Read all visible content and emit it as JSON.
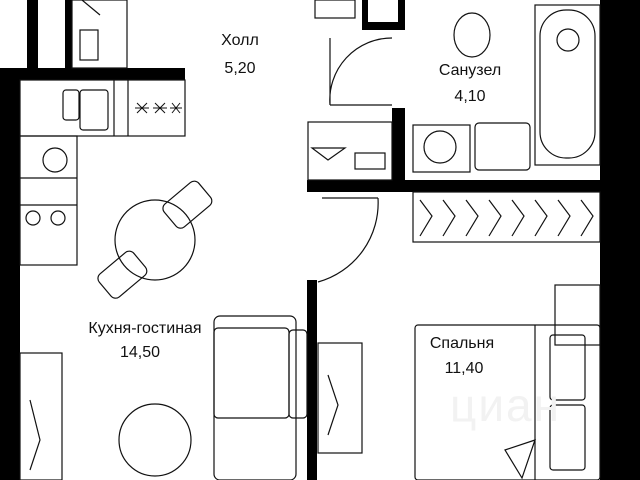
{
  "rooms": [
    {
      "name": "Холл",
      "area": "5,20"
    },
    {
      "name": "Санузел",
      "area": "4,10"
    },
    {
      "name": "Кухня-гостиная",
      "area": "14,50"
    },
    {
      "name": "Спальня",
      "area": "11,40"
    }
  ],
  "watermark": "циан",
  "colors": {
    "wall": "#000000",
    "line": "#111111",
    "background": "#ffffff"
  }
}
